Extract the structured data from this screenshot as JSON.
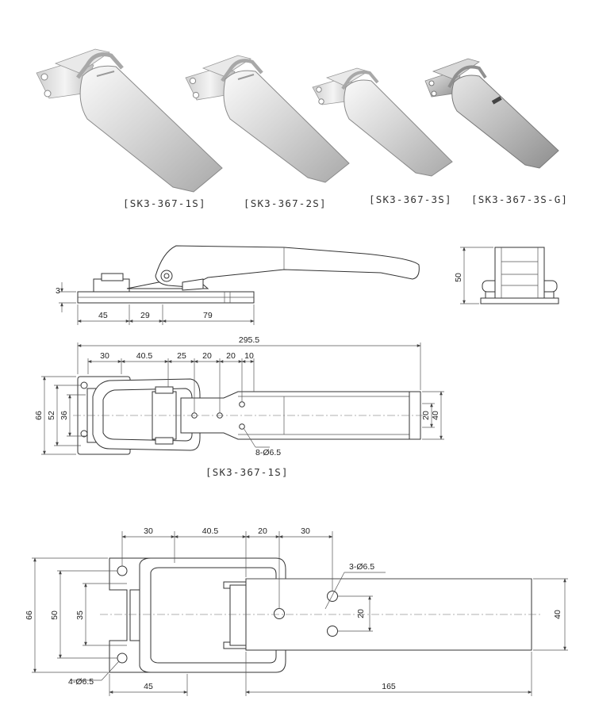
{
  "products": [
    {
      "code": "[SK3-367-1S]"
    },
    {
      "code": "[SK3-367-2S]"
    },
    {
      "code": "[SK3-367-3S]"
    },
    {
      "code": "[SK3-367-3S-G]"
    }
  ],
  "side_view": {
    "dims": {
      "thk": "3",
      "a": "45",
      "b": "29",
      "c": "79"
    },
    "end_height": "50"
  },
  "top_view_1s": {
    "label": "[SK3-367-1S]",
    "dims": {
      "overall": "295.5",
      "h1": "30",
      "h2": "40.5",
      "h3": "25",
      "h4": "20",
      "h5": "20",
      "h6": "10",
      "v_outer": "66",
      "v_mid": "52",
      "v_inner": "36",
      "bar_outer": "40",
      "bar_inner": "20",
      "holes": "8-Ø6.5"
    }
  },
  "top_view_3s": {
    "dims": {
      "h1": "30",
      "h2": "40.5",
      "h3": "20",
      "h4": "30",
      "holes_top": "3-Ø6.5",
      "holes_base": "4-Ø6.5",
      "v_outer": "66",
      "v_mid": "50",
      "v_inner": "35",
      "hole_pitch": "20",
      "bar": "40",
      "base": "45",
      "length": "165"
    }
  }
}
